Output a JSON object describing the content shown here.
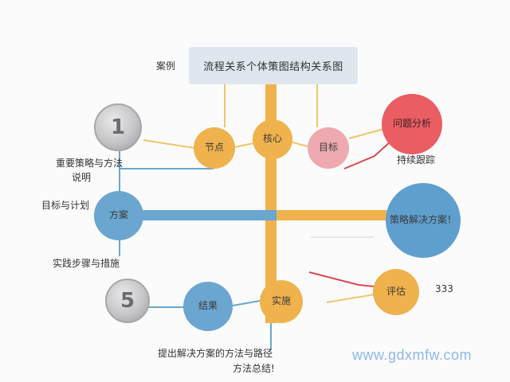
{
  "diagram": {
    "title": "流程关系个体策图结构关系图",
    "top_left_label": "案例",
    "nodes": {
      "center": "核心",
      "left_upper": "节点",
      "right_pink": "目标",
      "red_top": "问题分析",
      "blue_left": "方案",
      "blue_right_large": "策略解决方案！",
      "yellow_bottom": "实施",
      "blue_bottom": "结果",
      "yellow_right_small": "评估"
    },
    "labels": {
      "left_1": "重要策略与方法",
      "left_1b": "说明",
      "left_2": "目标与计划",
      "left_3": "实践步骤与措施",
      "right_1": "持续跟踪",
      "right_num": "333",
      "bottom_1": "提出解决方案的方法与路径",
      "bottom_2": "方法总结!"
    },
    "coins": {
      "top": "1",
      "bottom": "5"
    }
  },
  "watermark": "www.gdxmfw.com",
  "colors": {
    "yellow": "#efb24d",
    "blue": "#6aa6cf",
    "pink": "#eeaab0",
    "red": "#ea5d63",
    "header": "#dfe6ee",
    "watermark": "#8fb6e6"
  }
}
